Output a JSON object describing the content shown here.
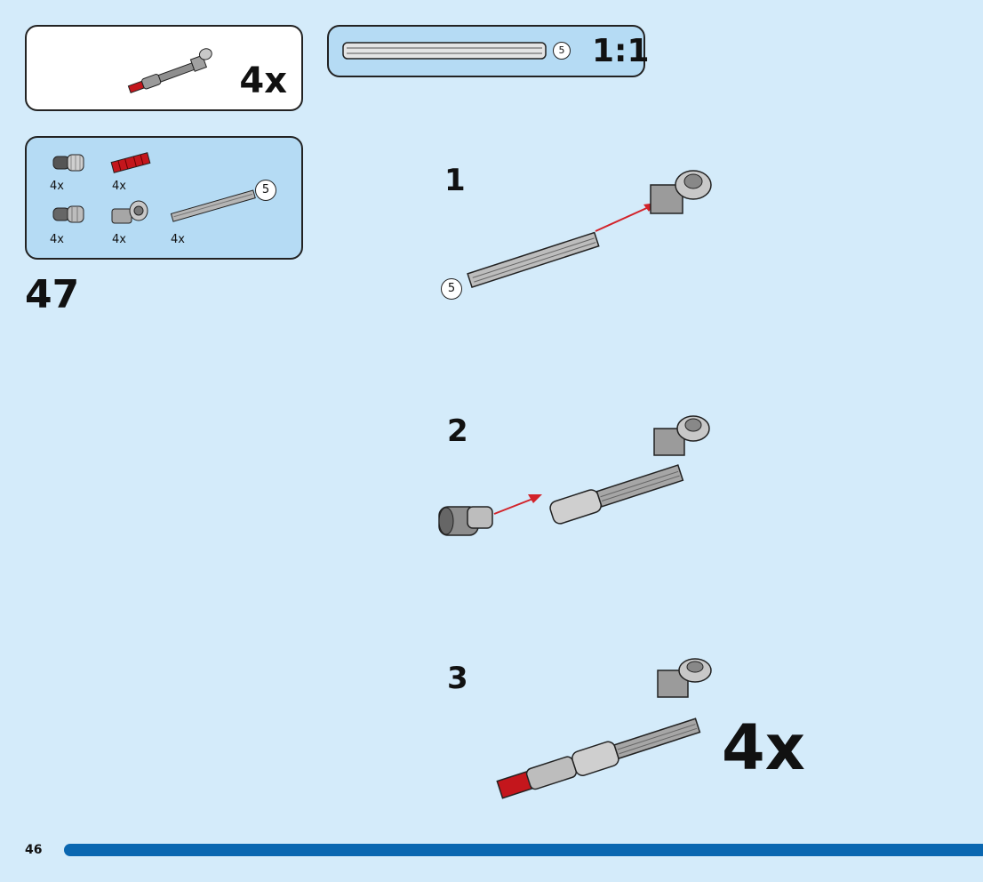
{
  "submodel": {
    "multiplier": "4x"
  },
  "parts_list": {
    "items": [
      {
        "icon": "pin-with-friction-icon",
        "qty": "4x"
      },
      {
        "icon": "red-axle-connector-icon",
        "qty": "4x"
      },
      {
        "icon": "pin-connector-icon",
        "qty": "4x"
      },
      {
        "icon": "axle-pin-connector-icon",
        "qty": "4x"
      },
      {
        "icon": "axle-5-icon",
        "qty": "4x",
        "length_label": "5"
      }
    ]
  },
  "scale_guide": {
    "length_label": "5",
    "scale": "1:1"
  },
  "step_counter": "47",
  "steps": [
    {
      "number": "1",
      "length_label": "5"
    },
    {
      "number": "2"
    },
    {
      "number": "3",
      "multiplier": "4x"
    }
  ],
  "footer": {
    "page_number": "46"
  },
  "colors": {
    "background": "#d4ebfa",
    "panel": "#b5dbf4",
    "accent_bar": "#0a67b1",
    "part_red": "#c4161c",
    "arrow_red": "#d2232a"
  }
}
